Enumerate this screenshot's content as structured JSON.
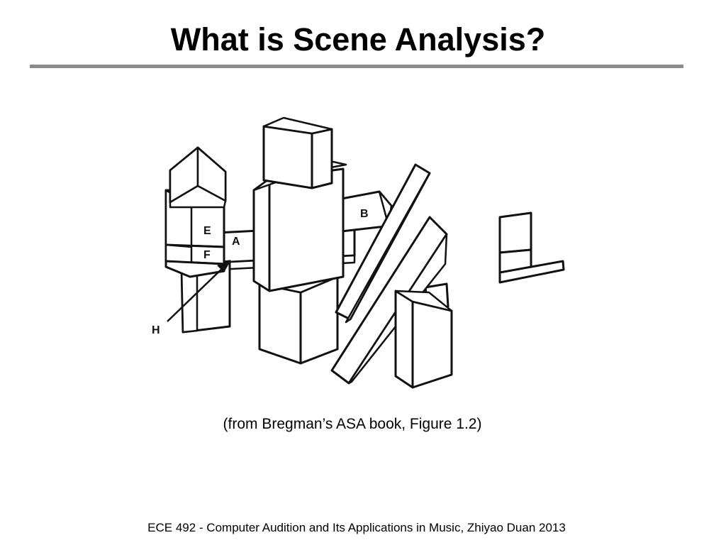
{
  "slide": {
    "title": "What is Scene Analysis?",
    "caption": "(from Bregman’s ASA book, Figure 1.2)",
    "footer": "ECE 492 - Computer Audition and Its Applications in Music, Zhiyao Duan 2013"
  },
  "figure": {
    "labels": {
      "a": "A",
      "b": "B",
      "e": "E",
      "f": "F",
      "h": "H"
    }
  }
}
